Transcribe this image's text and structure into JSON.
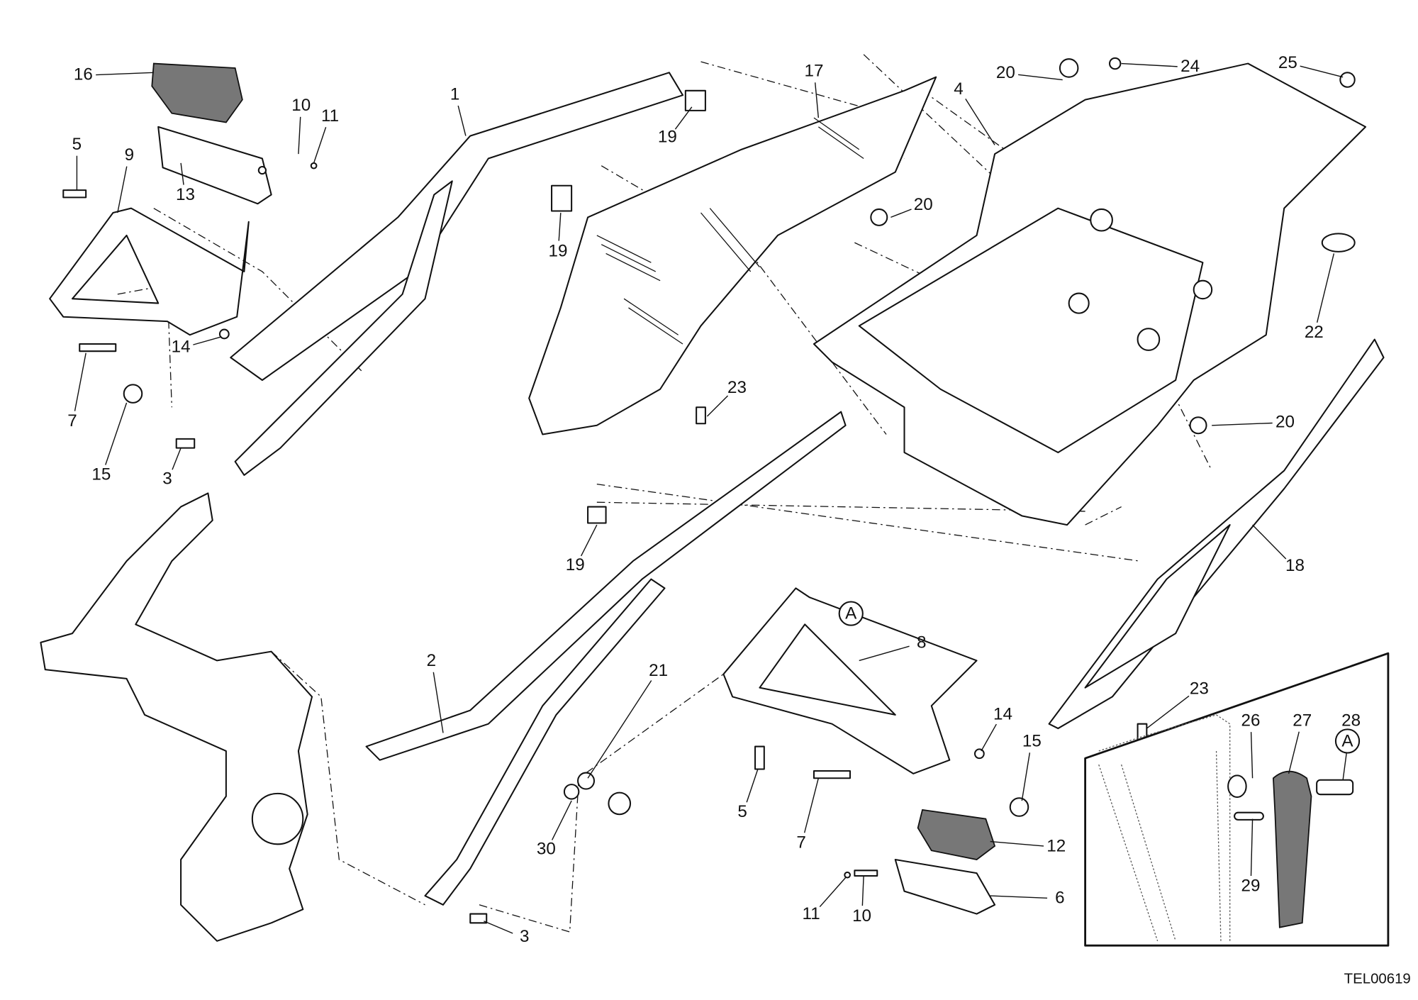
{
  "diagram": {
    "drawing_code": "TEL00619",
    "detail_marker": "A",
    "inset_marker": "A",
    "part_labels": [
      "16",
      "10",
      "11",
      "1",
      "19",
      "17",
      "4",
      "20",
      "24",
      "25",
      "5",
      "9",
      "13",
      "19",
      "20",
      "22",
      "14",
      "7",
      "15",
      "3",
      "23",
      "20",
      "19",
      "18",
      "8",
      "2",
      "21",
      "14",
      "15",
      "5",
      "7",
      "30",
      "12",
      "6",
      "11",
      "10",
      "3",
      "23",
      "26",
      "27",
      "28",
      "29"
    ]
  }
}
